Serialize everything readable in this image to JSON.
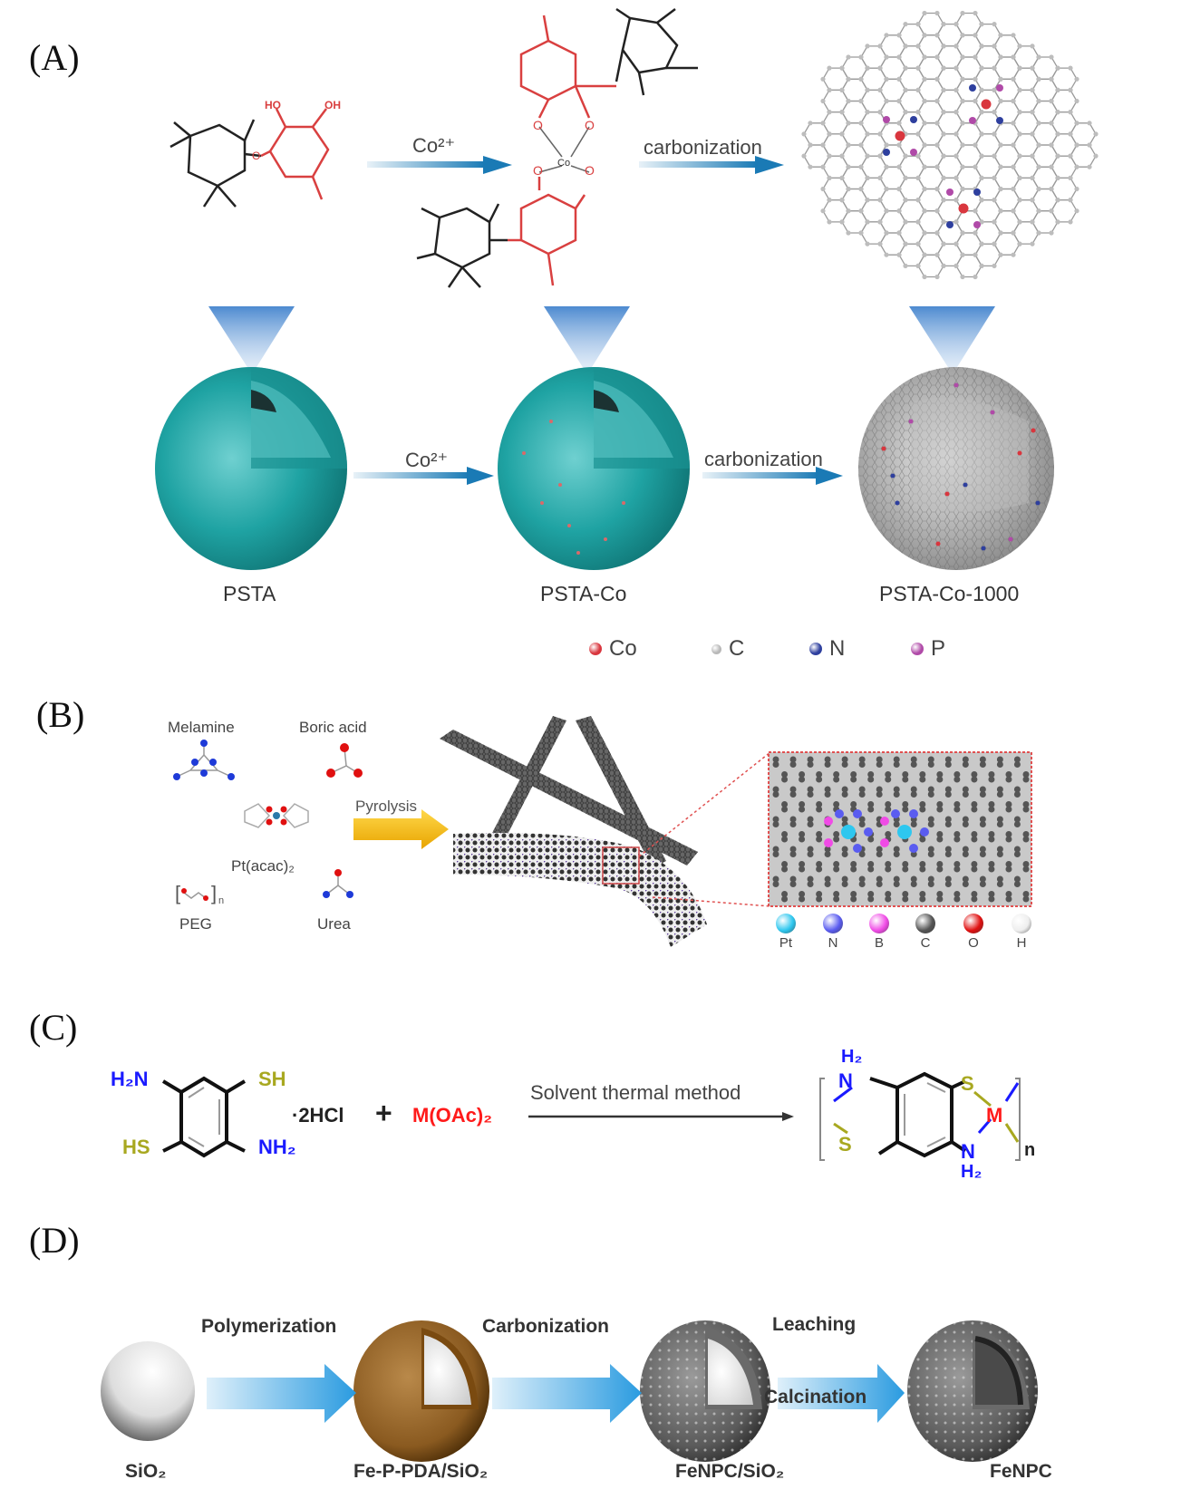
{
  "panels": {
    "A": {
      "label": "(A)",
      "top_arrows": [
        "Co²⁺",
        "carbonization"
      ],
      "bottom_arrows": [
        "Co²⁺",
        "carbonization"
      ],
      "molecule_labels": {
        "ho": "HO",
        "oh": "OH",
        "co_center": "Co"
      },
      "stages": [
        "PSTA",
        "PSTA-Co",
        "PSTA-Co-1000"
      ],
      "legend": [
        {
          "symbol": "Co",
          "color": "#d9363e"
        },
        {
          "symbol": "C",
          "color": "#b8b8b8"
        },
        {
          "symbol": "N",
          "color": "#2e3f9e"
        },
        {
          "symbol": "P",
          "color": "#b04aa8"
        }
      ],
      "colors": {
        "sphere": "#1fa3a3",
        "arrow": "#1a7ab5",
        "linker": "#d94040"
      }
    },
    "B": {
      "label": "(B)",
      "precursors": [
        "Melamine",
        "Boric acid",
        "Pt(acac)₂",
        "PEG",
        "Urea"
      ],
      "peg_subscript": "n",
      "arrow": "Pyrolysis",
      "legend": [
        {
          "symbol": "Pt",
          "color": "#2ec7ef"
        },
        {
          "symbol": "N",
          "color": "#5a5cf0"
        },
        {
          "symbol": "B",
          "color": "#f04be6"
        },
        {
          "symbol": "C",
          "color": "#555555"
        },
        {
          "symbol": "O",
          "color": "#e01010"
        },
        {
          "symbol": "H",
          "color": "#eeeeee"
        }
      ],
      "colors": {
        "arrow": "#f2b70f",
        "zoom_box": "#e05050"
      }
    },
    "C": {
      "label": "(C)",
      "reactant_groups": {
        "h2n": "H₂N",
        "sh": "SH",
        "hs": "HS",
        "nh2": "NH₂"
      },
      "salt": "·2HCl",
      "plus": "+",
      "metal_salt": "M(OAc)₂",
      "arrow": "Solvent thermal method",
      "product": {
        "nh2_top": "H₂",
        "n_top": "N",
        "s_right": "S",
        "metal": "M",
        "s_left": "S",
        "n_bottom": "N",
        "nh2_bottom": "H₂",
        "repeat": "n"
      },
      "colors": {
        "amine": "#1a1aff",
        "thiol": "#a8a820",
        "metal": "#ff1a1a"
      }
    },
    "D": {
      "label": "(D)",
      "steps": [
        "Polymerization",
        "Carbonization",
        "Leaching",
        "Calcination"
      ],
      "stages": [
        "SiO₂",
        "Fe-P-PDA/SiO₂",
        "FeNPC/SiO₂",
        "FeNPC"
      ],
      "colors": {
        "arrow": "#2a9be0",
        "polymer": "#9a6a2a",
        "carbon": "#5a5a5a"
      }
    }
  }
}
